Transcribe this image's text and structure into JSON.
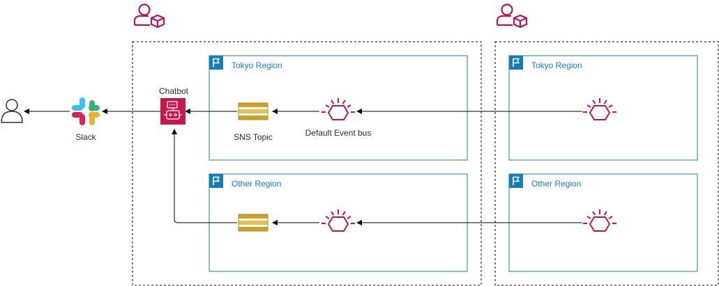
{
  "nodes": {
    "user_label": "",
    "slack_label": "Slack",
    "chatbot_label": "Chatbot",
    "sns_topic_label": "SNS Topic",
    "default_event_bus_label": "Default Event bus"
  },
  "regions": {
    "account1_tokyo": "Tokyo Region",
    "account1_other": "Other Region",
    "account2_tokyo": "Tokyo Region",
    "account2_other": "Other Region"
  },
  "colors": {
    "account_icon": "#BC1356",
    "region_border": "#147EBA",
    "event_bus": "#BC1356",
    "sns_topic": "#C9A227",
    "chatbot_bg": "#C7174F",
    "arrow": "#000000",
    "user_icon": "#232F3E"
  },
  "icons": {
    "account": "account-icon",
    "region": "region-flag-icon",
    "user": "user-icon",
    "slack": "slack-icon",
    "chatbot": "chatbot-icon",
    "sns": "sns-topic-icon",
    "eventbridge": "eventbridge-icon"
  }
}
